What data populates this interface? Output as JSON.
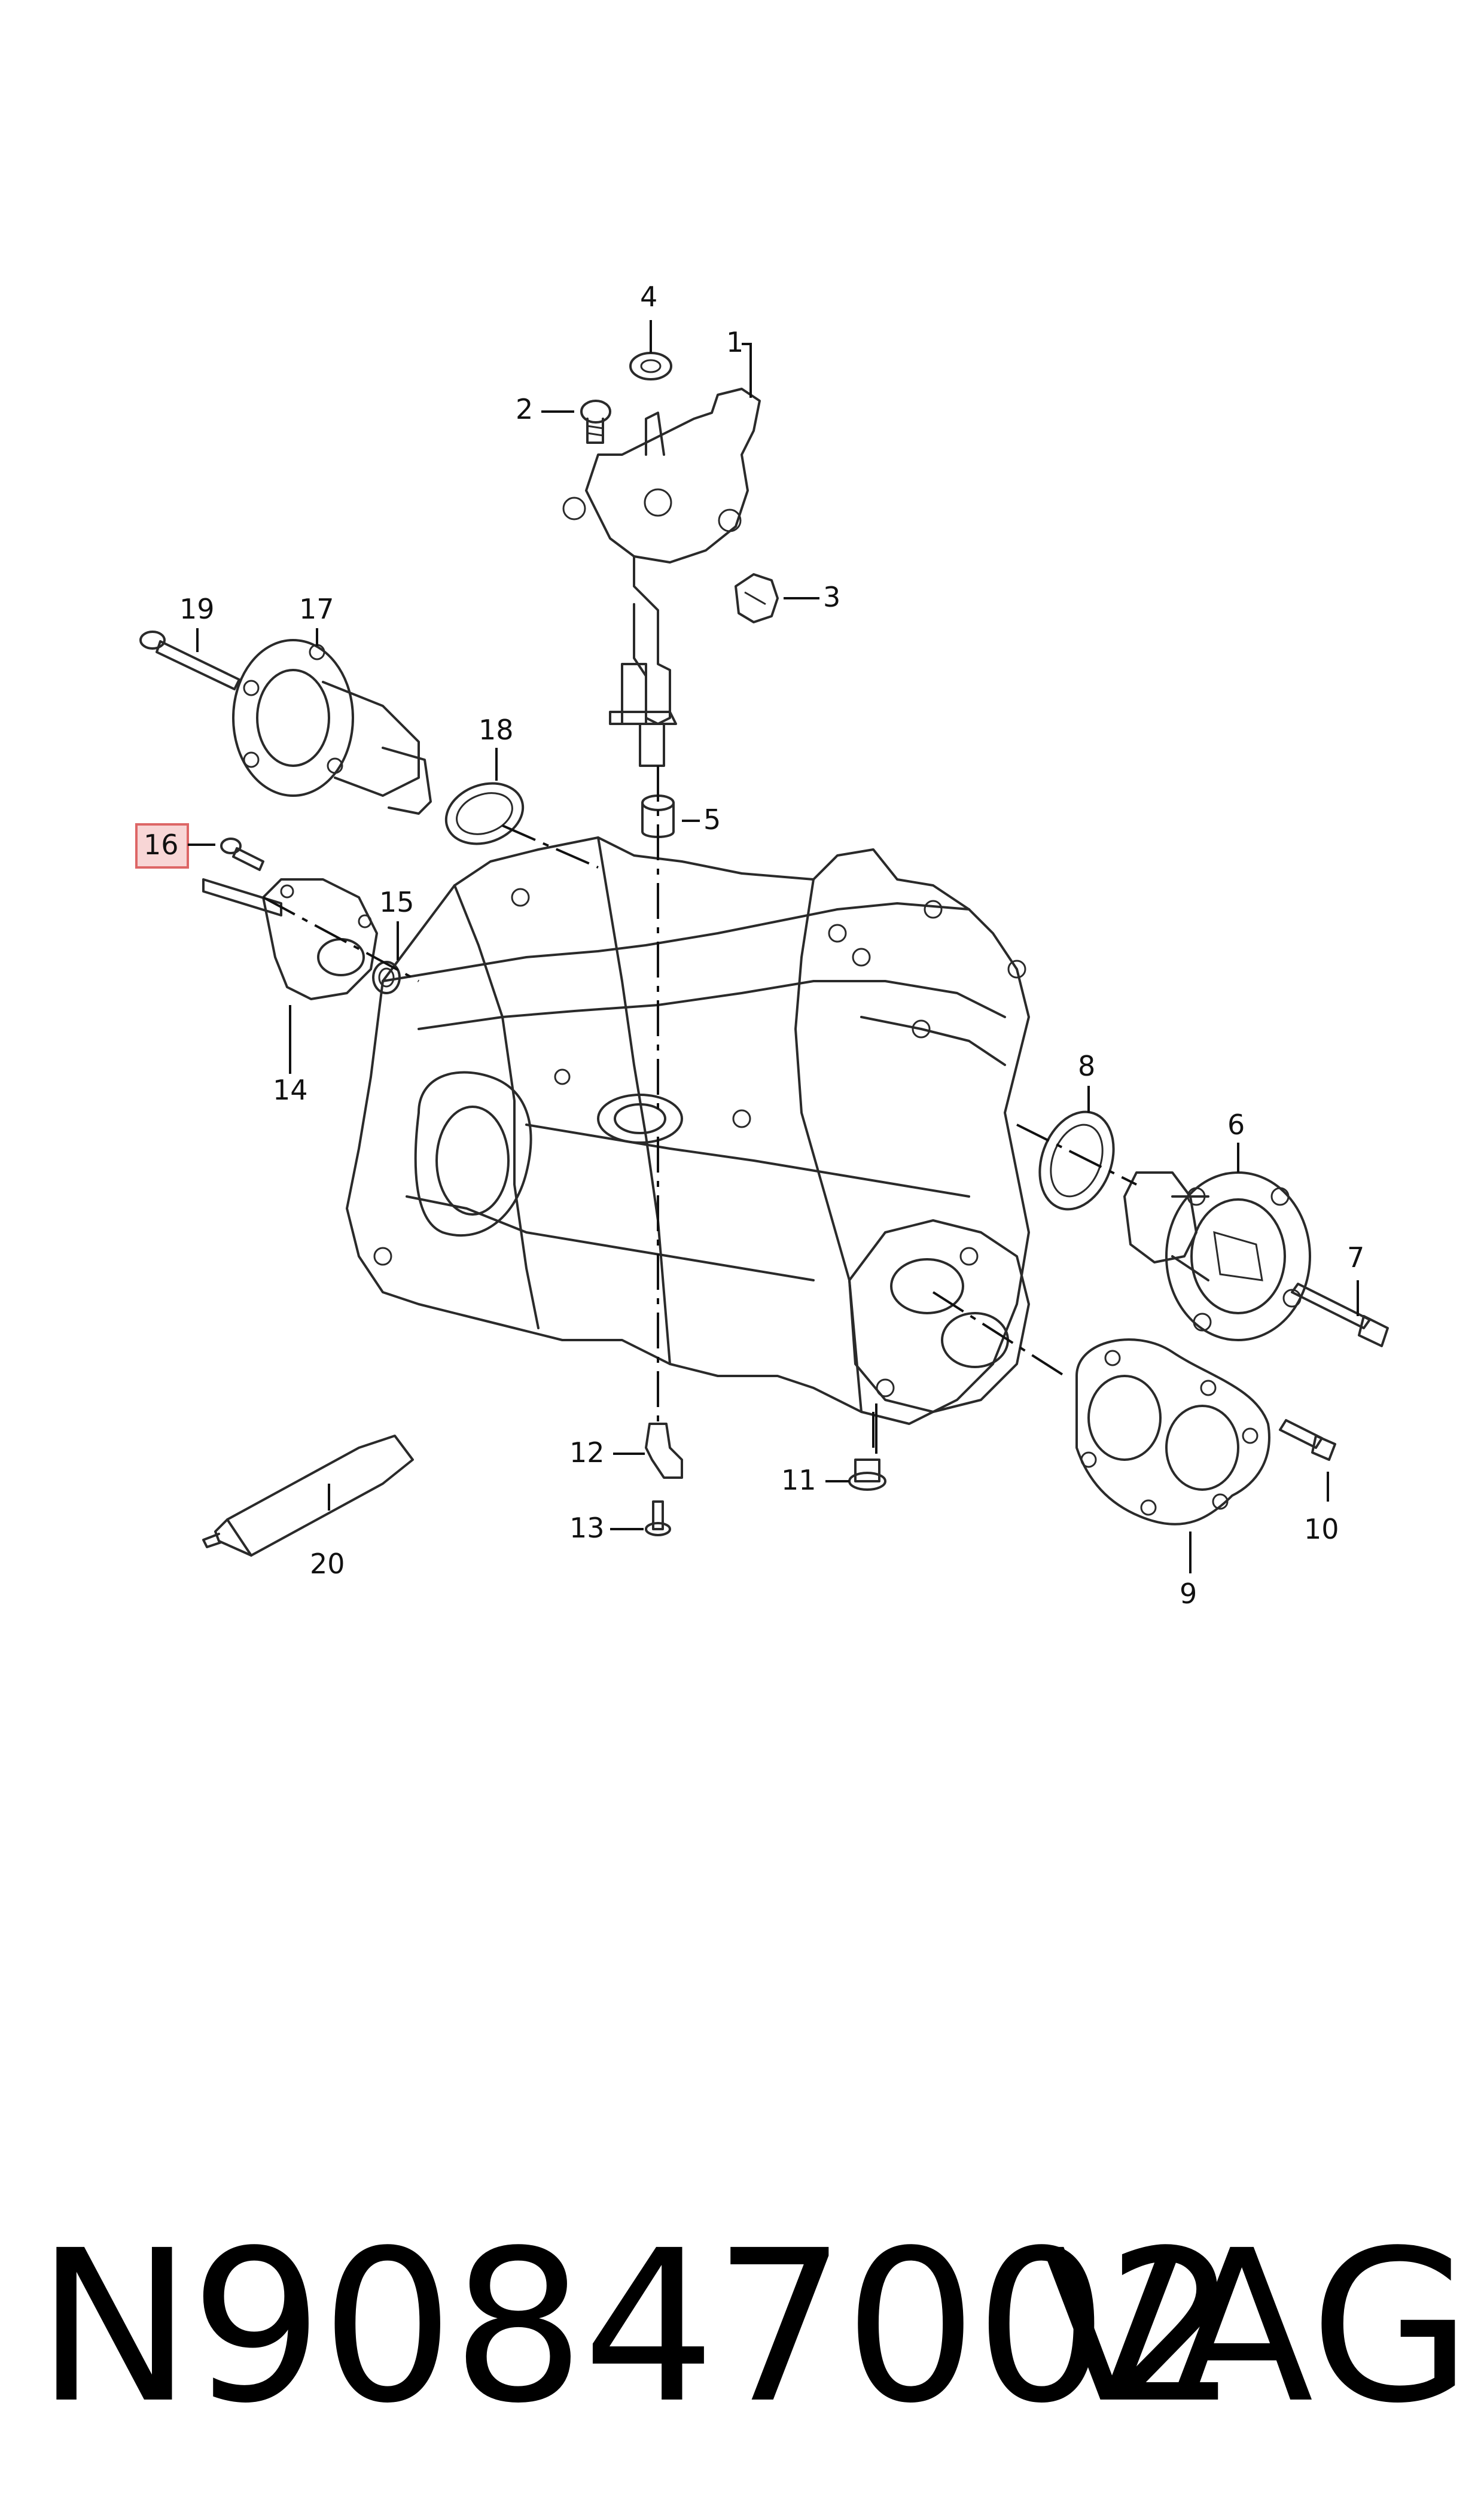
{
  "callouts": [
    "1",
    "2",
    "3",
    "4",
    "5",
    "6",
    "7",
    "8",
    "9",
    "10",
    "11",
    "12",
    "13",
    "14",
    "15",
    "16",
    "17",
    "18",
    "19",
    "20"
  ],
  "highlighted_callout": "16",
  "footer": {
    "part_number": "N90847002",
    "brand": "VAG"
  },
  "colors": {
    "line": "#2a2a2a",
    "highlight_fill": "#f8d6d6",
    "highlight_stroke": "#dd6666"
  }
}
